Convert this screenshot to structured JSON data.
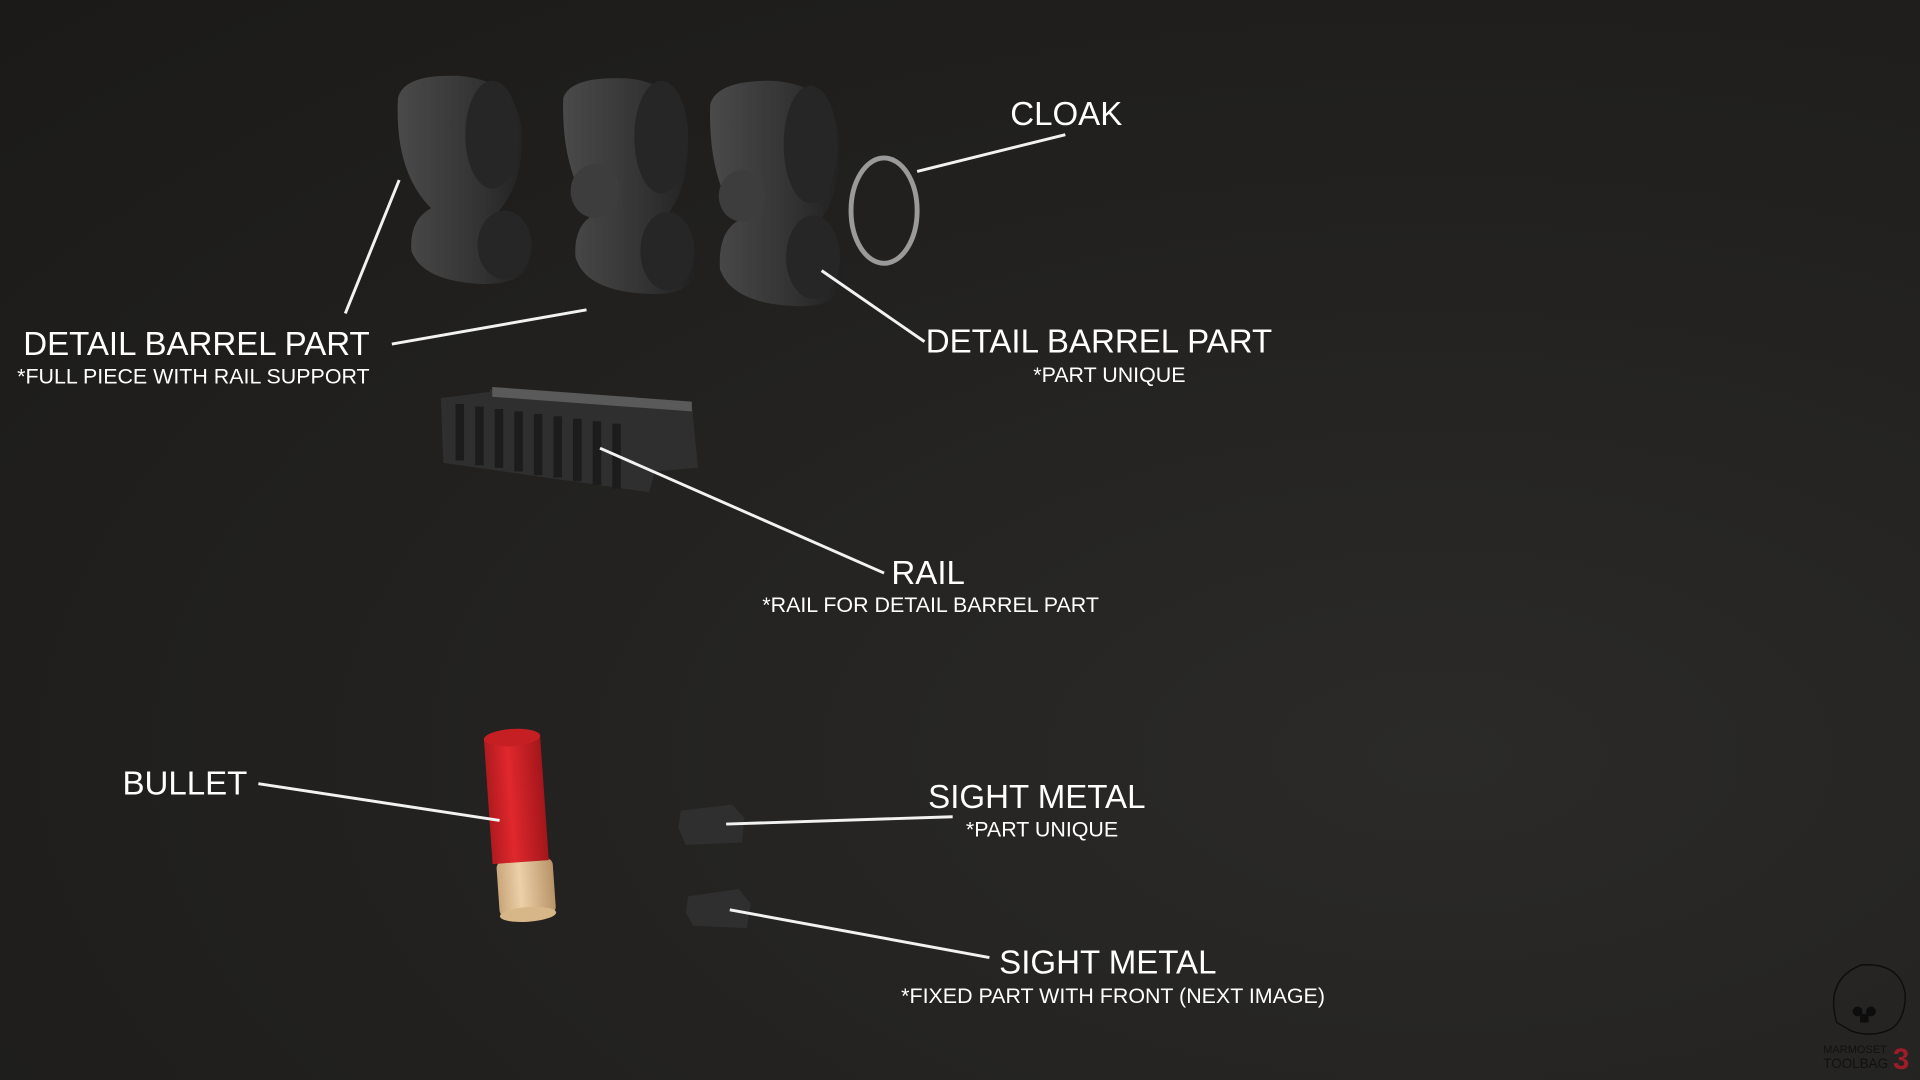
{
  "labels": {
    "detail_barrel_left": {
      "title": "DETAIL BARREL PART",
      "subtitle": "*FULL PIECE WITH RAIL SUPPORT"
    },
    "cloak": {
      "title": "CLOAK"
    },
    "detail_barrel_right": {
      "title": "DETAIL BARREL PART",
      "subtitle": "*PART UNIQUE"
    },
    "rail": {
      "title": "RAIL",
      "subtitle": "*RAIL FOR DETAIL BARREL PART"
    },
    "bullet": {
      "title": "BULLET"
    },
    "sight_metal_1": {
      "title": "SIGHT METAL",
      "subtitle": "*PART UNIQUE"
    },
    "sight_metal_2": {
      "title": "SIGHT METAL",
      "subtitle": "*FIXED PART WITH FRONT (NEXT IMAGE)"
    }
  },
  "watermark": {
    "text_line1": "MARMOSET",
    "text_line2": "TOOLBAG",
    "version": "3"
  },
  "colors": {
    "background": "#1e1d1b",
    "label": "#ffffff",
    "bullet_shell": "#d8262b",
    "bullet_base": "#e3c49a",
    "watermark_accent": "#9c1c2a"
  }
}
